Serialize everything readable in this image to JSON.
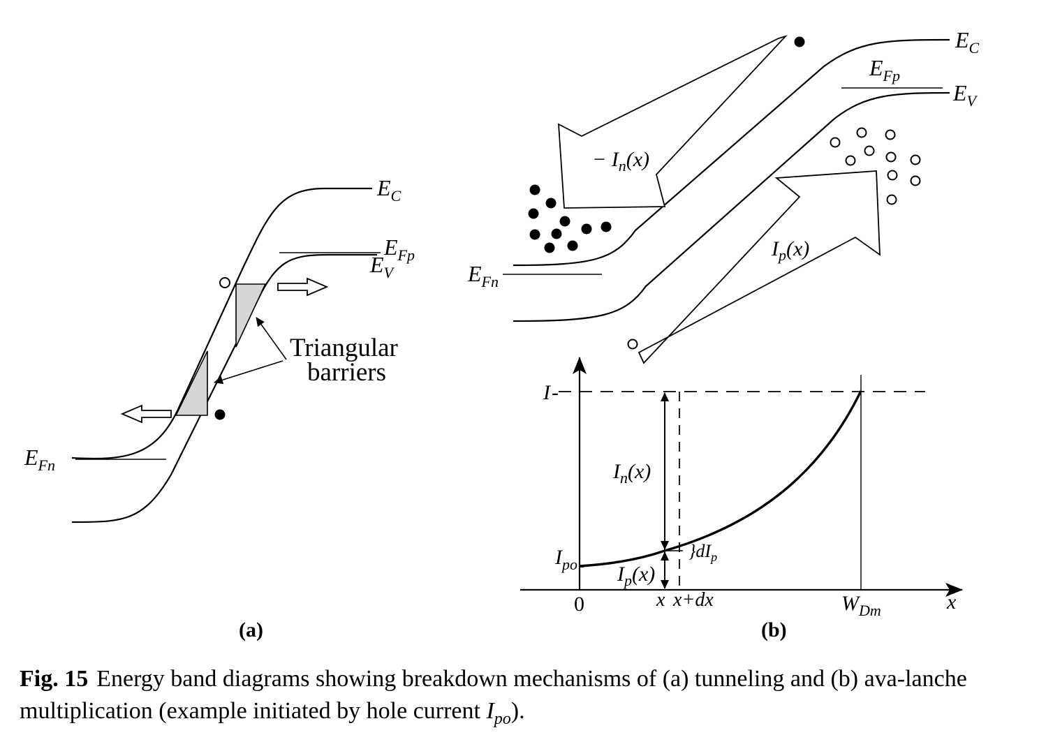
{
  "panel_a": {
    "ec": "E",
    "ec_sub": "C",
    "ev": "E",
    "ev_sub": "V",
    "efp": "E",
    "efp_sub": "Fp",
    "efn": "E",
    "efn_sub": "Fn",
    "annotation_line1": "Triangular",
    "annotation_line2": "barriers",
    "label": "(a)"
  },
  "panel_b": {
    "ec": "E",
    "ec_sub": "C",
    "ev": "E",
    "ev_sub": "V",
    "efp": "E",
    "efp_sub": "Fp",
    "efn": "E",
    "efn_sub": "Fn",
    "in_arrow_label_pre": "− I",
    "in_arrow_label_sub": "n",
    "in_arrow_label_post": "(x)",
    "ip_arrow_label_pre": "I",
    "ip_arrow_label_sub": "p",
    "ip_arrow_label_post": "(x)",
    "graph": {
      "y_tick_I": "I",
      "y_tick_ipo": "I",
      "y_tick_ipo_sub": "po",
      "in_label": "I",
      "in_label_sub": "n",
      "in_label_post": "(x)",
      "ip_label": "I",
      "ip_label_sub": "p",
      "ip_label_post": "(x)",
      "dip_label": "dI",
      "dip_label_sub": "p",
      "x_tick_0": "0",
      "x_tick_x": "x",
      "x_tick_xdx": "x+dx",
      "x_tick_wdm": "W",
      "x_tick_wdm_sub": "Dm",
      "x_axis_label": "x"
    },
    "label": "(b)"
  },
  "caption": {
    "label": "Fig. 15",
    "text": "Energy band diagrams showing breakdown mechanisms of (a) tunneling and (b) ava-lanche multiplication (example initiated by hole current ",
    "ipo": "I",
    "ipo_sub": "po",
    "end": ")."
  }
}
